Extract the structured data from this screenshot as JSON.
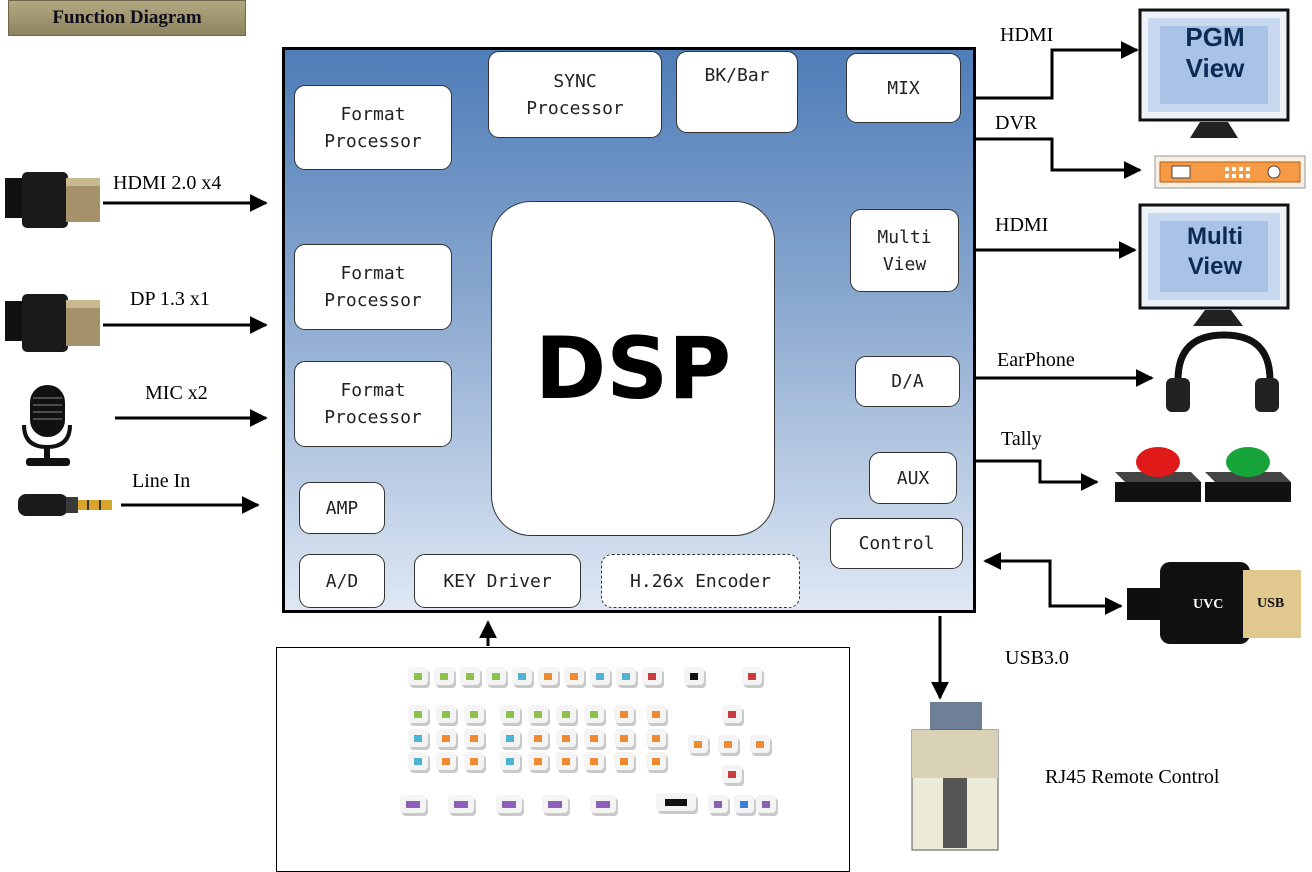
{
  "title": "Function Diagram",
  "dsp": {
    "core": "DSP",
    "blocks": {
      "format1": "Format\nProcessor",
      "format2": "Format\nProcessor",
      "format3": "Format\nProcessor",
      "sync": "SYNC\nProcessor",
      "bkbar": "BK/Bar",
      "mix": "MIX",
      "multiview": "Multi\nView",
      "da": "D/A",
      "aux": "AUX",
      "control": "Control",
      "amp": "AMP",
      "ad": "A/D",
      "key": "KEY Driver",
      "encoder": "H.26x Encoder"
    }
  },
  "inputs": {
    "hdmi": "HDMI 2.0 x4",
    "dp": "DP 1.3 x1",
    "mic": "MIC x2",
    "line": "Line In"
  },
  "outputs": {
    "hdmi_pgm": "HDMI",
    "dvr": "DVR",
    "hdmi_multi": "HDMI",
    "earphone": "EarPhone",
    "tally": "Tally",
    "usb": "USB3.0",
    "rj45": "RJ45 Remote Control"
  },
  "monitors": {
    "pgm": {
      "line1": "PGM",
      "line2": "View"
    },
    "multi": {
      "line1": "Multi",
      "line2": "View"
    }
  },
  "usb_device": {
    "uvc": "UVC",
    "usb": "USB"
  },
  "colors": {
    "panel_top": "#4e7db8",
    "panel_bottom": "#dfe8f4",
    "monitor_text": "#0b2b55",
    "tally_red": "#e01919",
    "tally_green": "#17a53b",
    "title_tab": "#9e966f"
  }
}
